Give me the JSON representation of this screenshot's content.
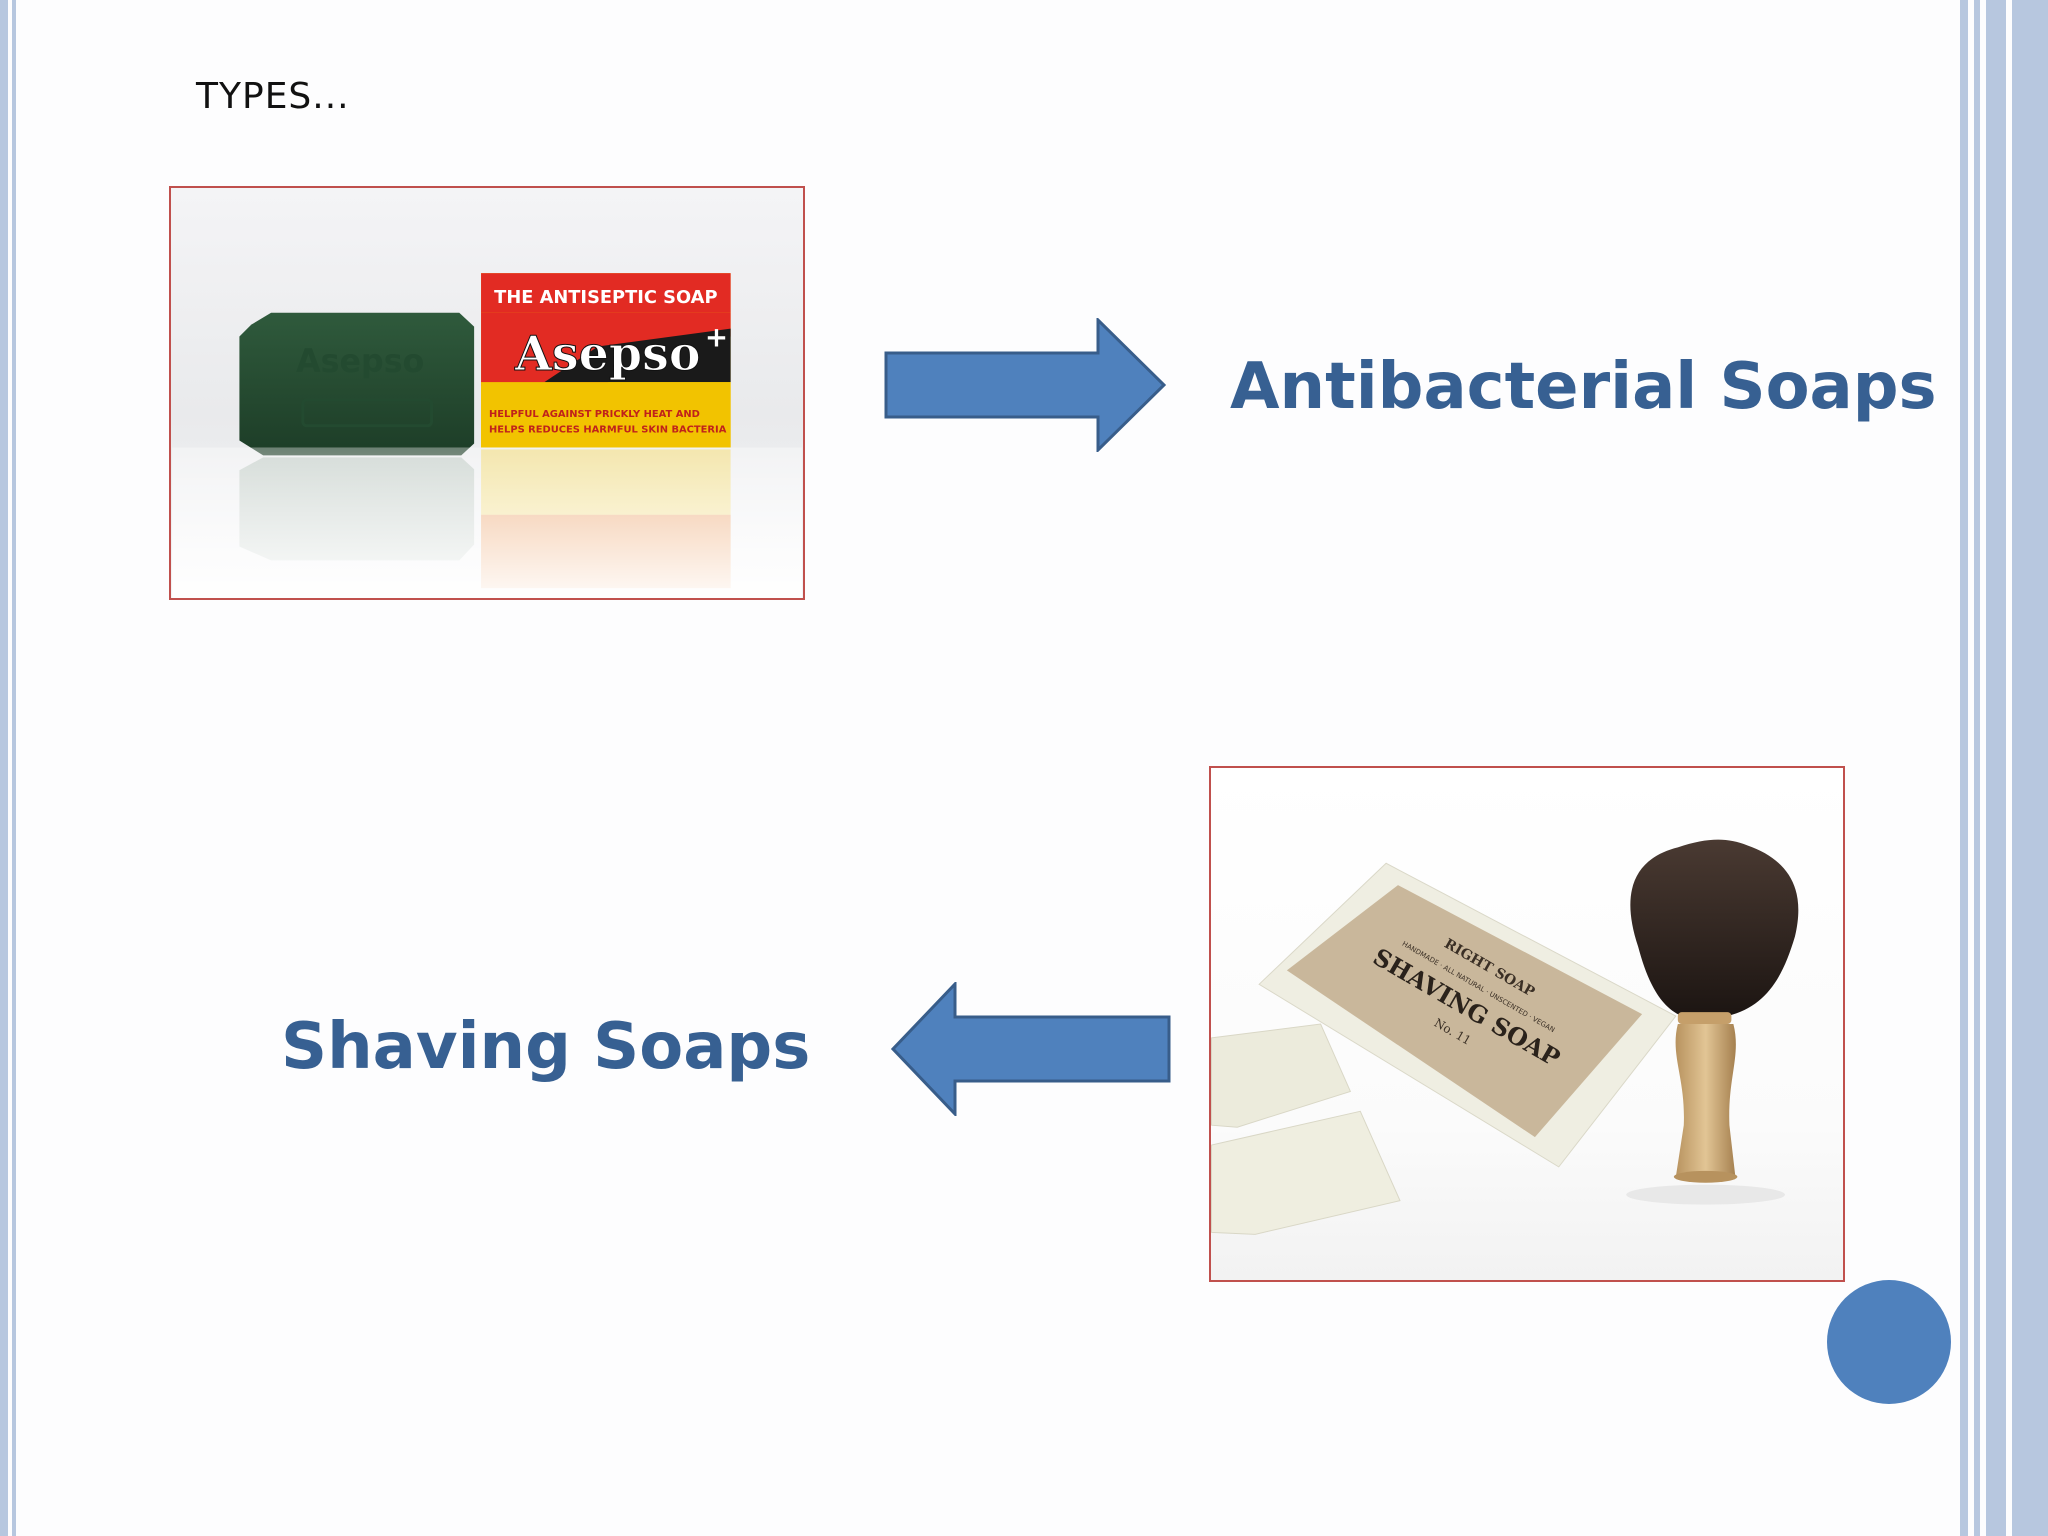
{
  "slide": {
    "heading": "TYPES...",
    "items": [
      {
        "label": "Antibacterial Soaps",
        "arrow_direction": "right",
        "image": {
          "box_banner": "THE ANTISEPTIC SOAP",
          "brand": "Asepso",
          "bar_emboss": "Asepso",
          "box_text_line1": "HELPFUL AGAINST PRICKLY HEAT AND",
          "box_text_line2": "HELPS REDUCES HARMFUL SKIN BACTERIA"
        }
      },
      {
        "label": "Shaving Soaps",
        "arrow_direction": "left",
        "image": {
          "wrap_top": "RIGHT SOAP",
          "wrap_title": "SHAVING SOAP",
          "wrap_small": "HANDMADE · ALL NATURAL · UNSCENTED · VEGAN",
          "wrap_no": "No. 11"
        }
      }
    ]
  },
  "colors": {
    "label": "#376092",
    "arrow_fill": "#4f81bd",
    "arrow_stroke": "#385d8a",
    "photo_border": "#c0504d",
    "band": "#b7c7df",
    "dot": "#4f81bd"
  }
}
